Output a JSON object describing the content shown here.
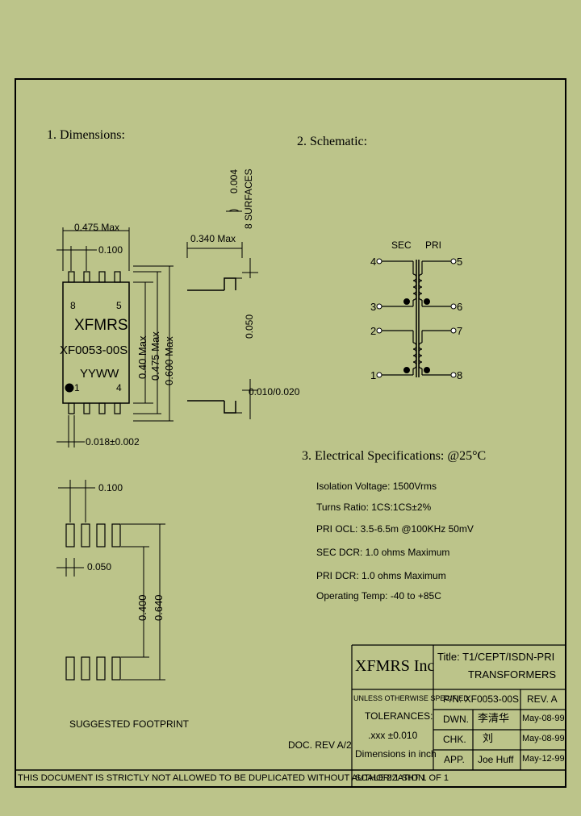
{
  "sections": {
    "dimensions": "1. Dimensions:",
    "schematic": "2. Schematic:",
    "electrical": "3. Electrical    Specifications: @25°C"
  },
  "dims": {
    "width_max": "0.475 Max",
    "pitch_top": "0.100",
    "height_340": "0.340 Max",
    "pin_w": "0.018±0.002",
    "d040": "0.40  Max",
    "d0475": "0.475  Max",
    "d0600": "0.600  Max",
    "d0050": "0.050",
    "lead": "0.010/0.020",
    "coplanar": "0.004",
    "surfaces": "8 SURFACES",
    "fp_pitch": "0.100",
    "fp_w": "0.050",
    "fp_400": "0.400",
    "fp_640": "0.640",
    "footprint_label": "SUGGESTED FOOTPRINT"
  },
  "chip": {
    "pin8": "8",
    "pin5": "5",
    "brand": "XFMRS",
    "part": "XF0053-00S",
    "date": "YYWW",
    "pin1": "1",
    "pin4": "4"
  },
  "schematic": {
    "sec": "SEC",
    "pri": "PRI",
    "p4": "4",
    "p3": "3",
    "p2": "2",
    "p1": "1",
    "p5": "5",
    "p6": "6",
    "p7": "7",
    "p8": "8"
  },
  "specs": [
    "Isolation Voltage: 1500Vrms",
    "Turns Ratio: 1CS:1CS±2%",
    "PRI OCL: 3.5-6.5m  @100KHz 50mV",
    "SEC DCR: 1.0 ohms Maximum",
    "PRI DCR: 1.0 ohms Maximum",
    "Operating Temp: -40 to +85C"
  ],
  "titleblock": {
    "company": "XFMRS Inc",
    "title_line1": "Title: T1/CEPT/ISDN-PRI",
    "title_line2": "TRANSFORMERS",
    "unless": "UNLESS OTHERWISE SPECIFIED",
    "tolerances": "TOLERANCES:",
    "tol_val": ".xxx ±0.010",
    "dim_inch": "Dimensions in inch",
    "pn": "P/N: XF0053-00S",
    "rev": "REV. A",
    "dwn": "DWN.",
    "dwn_sig": "李清华",
    "dwn_date": "May-08-99",
    "chk": "CHK.",
    "chk_sig": "刘",
    "chk_date": "May-08-99",
    "app": "APP.",
    "app_name": "Joe Huff",
    "app_date": "May-12-99",
    "scale": "SCALE 2:1  SHT 1 OF 1",
    "doc_rev": "DOC. REV A/2",
    "notice": "THIS DOCUMENT IS STRICTLY NOT ALLOWED TO BE DUPLICATED WITHOUT AUTHORIZATION"
  }
}
